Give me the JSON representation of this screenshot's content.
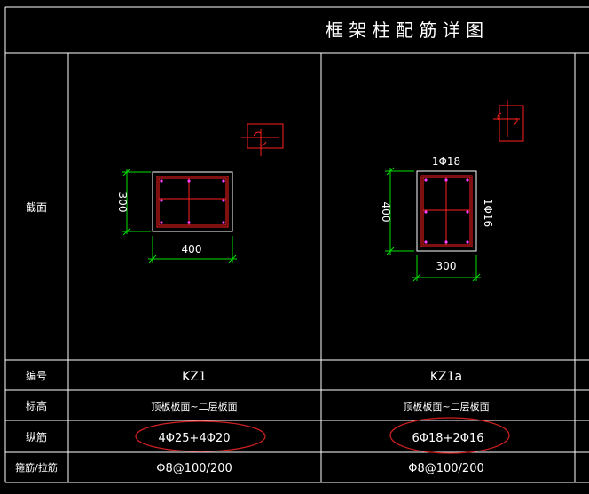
{
  "title": "框 架 柱 配 筋 详 图",
  "row_labels": {
    "section": "截面",
    "number": "编号",
    "elevation": "标高",
    "longitudinal": "纵筋",
    "stirrups": "箍筋/拉筋"
  },
  "columns": [
    {
      "number": "KZ1",
      "elevation": "顶板板面~二层板面",
      "longitudinal": "4Φ25+4Φ20",
      "stirrups": "Φ8@100/200",
      "dim_horizontal": "400",
      "dim_vertical": "300",
      "top_label": "",
      "side_label": ""
    },
    {
      "number": "KZ1a",
      "elevation": "顶板板面~二层板面",
      "longitudinal": "6Φ18+2Φ16",
      "stirrups": "Φ8@100/200",
      "dim_horizontal": "300",
      "dim_vertical": "400",
      "top_label": "1Φ18",
      "side_label": "1Φ16"
    }
  ],
  "colors": {
    "background": "#000000",
    "grid": "#ffffff",
    "rebar": "#ff2020",
    "dimension": "#00e000",
    "highlight": "#d02020",
    "node": "#ff40ff"
  }
}
